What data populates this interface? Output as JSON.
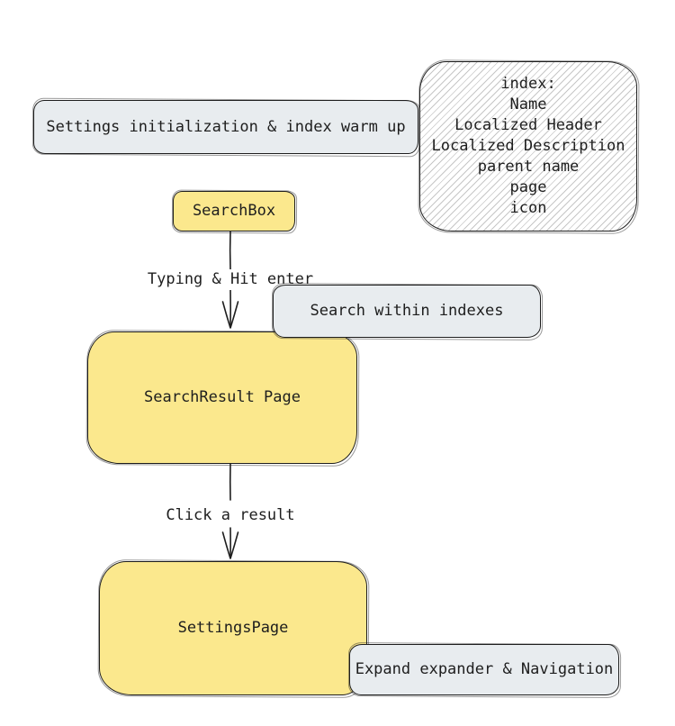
{
  "diagram": {
    "background": "#ffffff",
    "palette": {
      "node_yellow": "#fbe88d",
      "node_grey": "#e8ecef",
      "stroke": "#1e1e1e",
      "hatch_line": "#828282",
      "text": "#1e1e1e"
    },
    "nodes": {
      "settings_init": {
        "label": "Settings initialization & index warm up",
        "fill": "grey"
      },
      "index_note": {
        "fill": "white-hatched",
        "lines": [
          "index:",
          "Name",
          "Localized Header",
          "Localized Description",
          "parent name",
          "page",
          "icon"
        ]
      },
      "search_box": {
        "label": "SearchBox",
        "fill": "yellow"
      },
      "search_within": {
        "label": "Search within indexes",
        "fill": "grey"
      },
      "search_result": {
        "label": "SearchResult Page",
        "fill": "yellow"
      },
      "settings_page": {
        "label": "SettingsPage",
        "fill": "yellow"
      },
      "expand_nav": {
        "label": "Expand expander & Navigation",
        "fill": "grey"
      }
    },
    "edges": {
      "typing": {
        "label": "Typing & Hit enter",
        "from": "search_box",
        "to": "search_result"
      },
      "click": {
        "label": "Click a result",
        "from": "search_result",
        "to": "settings_page"
      }
    }
  }
}
